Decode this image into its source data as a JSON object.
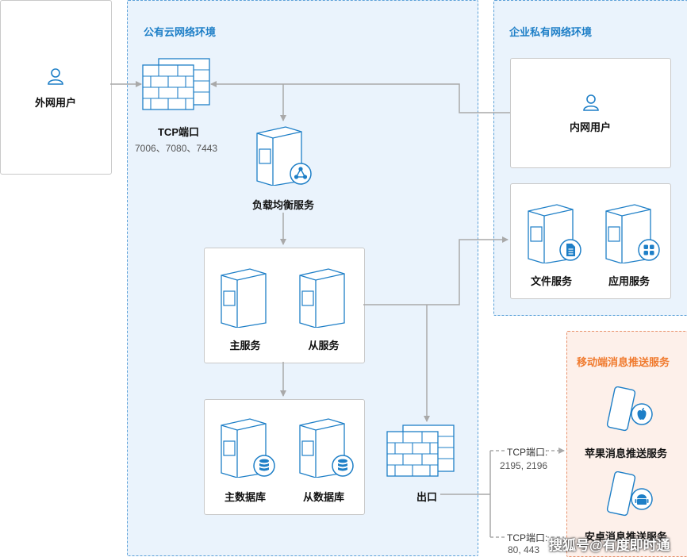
{
  "zones": {
    "public_cloud": "公有云网络环境",
    "private": "企业私有网络环境",
    "mobile_push": "移动端消息推送服务"
  },
  "nodes": {
    "external_user": "外网用户",
    "tcp_port": "TCP端口",
    "tcp_port_numbers": "7006、7080、7443",
    "load_balancer": "负载均衡服务",
    "master_service": "主服务",
    "slave_service": "从服务",
    "master_db": "主数据库",
    "slave_db": "从数据库",
    "exit": "出口",
    "internal_user": "内网用户",
    "file_service": "文件服务",
    "app_service": "应用服务",
    "apple_push": "苹果消息推送服务",
    "android_push": "安卓消息推送服务"
  },
  "edges": {
    "tcp1_label": "TCP端口:",
    "tcp1_ports": "2195, 2196",
    "tcp2_label": "TCP端口:",
    "tcp2_ports": "80, 443"
  },
  "watermark": "搜狐号@有度即时通",
  "colors": {
    "accent": "#1e7fc7",
    "zone_bg": "#eaf3fc",
    "orange": "#f07a2e"
  },
  "icons": [
    "user-icon",
    "firewall-icon",
    "server-icon",
    "network-icon",
    "database-icon",
    "document-icon",
    "apps-icon",
    "apple-icon",
    "android-icon",
    "phone-icon"
  ]
}
